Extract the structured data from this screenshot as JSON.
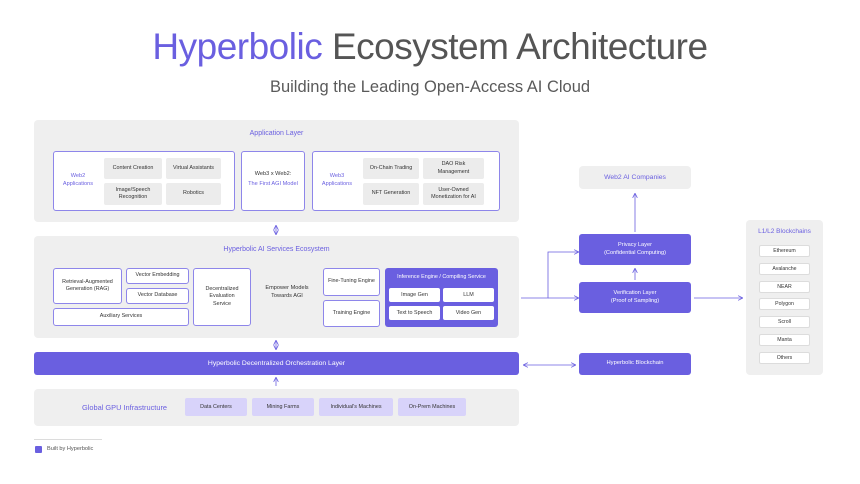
{
  "title": {
    "accent": "Hyperbolic",
    "rest": " Ecosystem Architecture"
  },
  "subtitle": "Building the Leading Open-Access AI Cloud",
  "application_layer": {
    "title": "Application Layer",
    "web2": {
      "label": "Web2\nApplications",
      "items": [
        "Content Creation",
        "Virtual Assistants",
        "Image/Speech\nRecognition",
        "Robotics"
      ]
    },
    "web3x2": {
      "line1": "Web3 x Web2:",
      "line2": "The First AGI Model"
    },
    "web3": {
      "label": "Web3\nApplications",
      "items": [
        "On-Chain Trading",
        "DAO Risk\nManagement",
        "NFT Generation",
        "User-Owned\nMonetization for AI"
      ]
    }
  },
  "services": {
    "title": "Hyperbolic AI Services Ecosystem",
    "rag": "Retrieval-Augmented\nGeneration (RAG)",
    "vector_embedding": "Vector Embedding",
    "vector_database": "Vector Database",
    "auxiliary": "Auxiliary Services",
    "decentralized_eval": "Decentralized\nEvaluation\nService",
    "empower": "Empower Models\nTowards AGI",
    "fine_tuning": "Fine-Tuning Engine",
    "training": "Training Engine",
    "inference": {
      "title": "Inference Engine / Compiling Service",
      "items": [
        "Image Gen",
        "LLM",
        "Text to Speech",
        "Video Gen"
      ]
    }
  },
  "orchestration": "Hyperbolic Decentralized Orchestration Layer",
  "gpu": {
    "title": "Global GPU Infrastructure",
    "items": [
      "Data Centers",
      "Mining Farms",
      "Individual's Machines",
      "On-Prem Machines"
    ]
  },
  "right": {
    "web2_companies": "Web2 AI Companies",
    "privacy": "Privacy Layer\n(Confidential Computing)",
    "verification": "Verification Layer\n(Proof of Sampling)",
    "blockchain": "Hyperbolic Blockchain"
  },
  "blockchains": {
    "title": "L1/L2 Blockchains",
    "items": [
      "Ethereum",
      "Avalanche",
      "NEAR",
      "Polygon",
      "Scroll",
      "Manta",
      "Others"
    ]
  },
  "legend": "Built by Hyperbolic",
  "colors": {
    "accent": "#6a5fe0",
    "panel": "#efefef",
    "lavender": "#d8d3fa"
  }
}
